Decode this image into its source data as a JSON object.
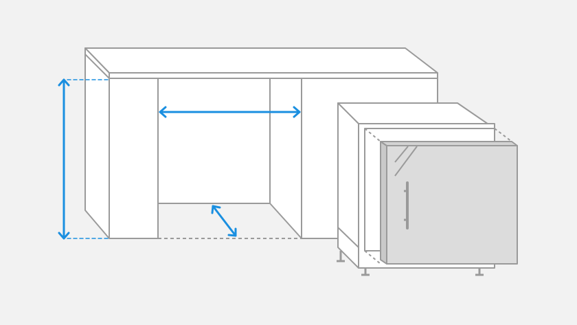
{
  "colors": {
    "background": "#f2f2f2",
    "outline": "#9a9a9a",
    "surface": "#ffffff",
    "door": "#dcdcdc",
    "measure": "#1a8fe0"
  },
  "icons": [
    "cabinet-illustration",
    "built-in-fridge-illustration",
    "height-arrow",
    "width-arrow",
    "depth-arrow"
  ]
}
